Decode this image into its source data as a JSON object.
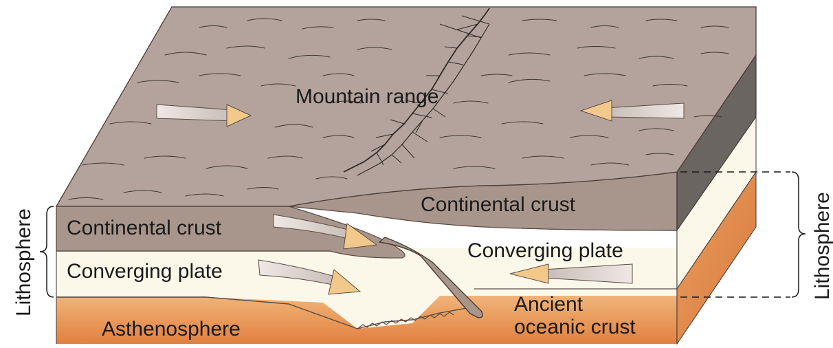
{
  "labels": {
    "mountain_range": "Mountain range",
    "continental_crust_right": "Continental crust",
    "continental_crust_left": "Continental crust",
    "converging_plate_left": "Converging plate",
    "converging_plate_right": "Converging plate",
    "asthenosphere": "Asthenosphere",
    "ancient_oceanic_crust_line1": "Ancient",
    "ancient_oceanic_crust_line2": "oceanic crust",
    "lithosphere_left": "Lithosphere",
    "lithosphere_right": "Lithosphere"
  },
  "colors": {
    "surface": "#b3a39c",
    "crust": "#a8968d",
    "plate": "#fbf8ea",
    "asthenosphere": "#e79a56",
    "side_crust": "#6a6560",
    "arrow_fill": "#f2c98a",
    "ink": "#1a1a1a"
  }
}
